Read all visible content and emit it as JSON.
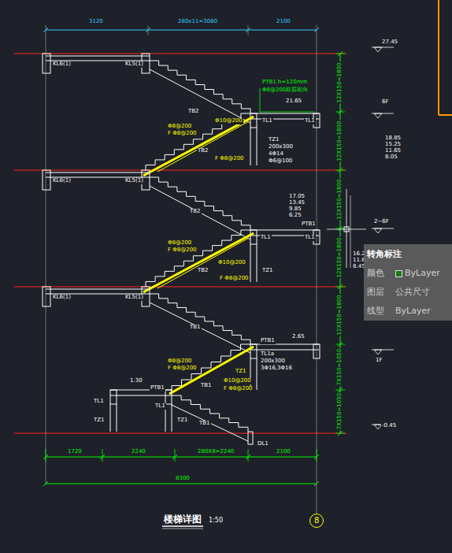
{
  "diagram": {
    "title": "楼梯详图",
    "nodes": [
      {
        "text": [
          "转角标注",
          "颜色",
          "ByLayer",
          "图层",
          "公共尺寸",
          "线型",
          "ByLayer"
        ]
      },
      {
        "text": [
          "8"
        ]
      }
    ],
    "labels": [
      "3120",
      "280x11=3080",
      "2100",
      "27.45",
      "KL6(1)",
      "KL5(1)",
      "PTB1 h=120mm",
      "Φ8@200双层双向",
      "21.65",
      "TB2",
      "TL1",
      "TL1",
      "6F",
      "Φ8@200",
      "F Φ8@200",
      "Φ10@200",
      "TB2",
      "F Φ8@200",
      "TZ1",
      "200x300",
      "4Φ14",
      "Φ6@100",
      "18.85",
      "15.25",
      "11.65",
      "8.05",
      "KL6(1)",
      "KL5(1)",
      "TB2",
      "17.05",
      "13.45",
      "9.85",
      "6.25",
      "PTB1",
      "TL1",
      "TL1",
      "2~6F",
      "Φ8@200",
      "F Φ8@200",
      "Φ10@200",
      "TB2",
      "F Φ8@200",
      "TZ1",
      "16.25",
      "11.65",
      "8.45",
      "KL6(1)",
      "KL5(1)",
      "TB1",
      "PTB1",
      "2.65",
      "1F",
      "Φ8@200",
      "F Φ8@200",
      "TL1a",
      "200x300",
      "3Φ16,3Φ16",
      "TZ1",
      "Φ10@200",
      "F Φ8@200",
      "TB1",
      "1.30",
      "PTB1",
      "TL1",
      "TL1",
      "TZ1",
      "TZ1",
      "TB1",
      "DL1",
      "-0.45",
      "1720",
      "2240",
      "280X8=2240",
      "2100",
      "8300",
      "12X150=1800",
      "12X150=1800",
      "12X150=1800",
      "12X150=1800",
      "12X150=1800",
      "7X150=1050",
      "7X150=1050",
      "1:50"
    ]
  }
}
